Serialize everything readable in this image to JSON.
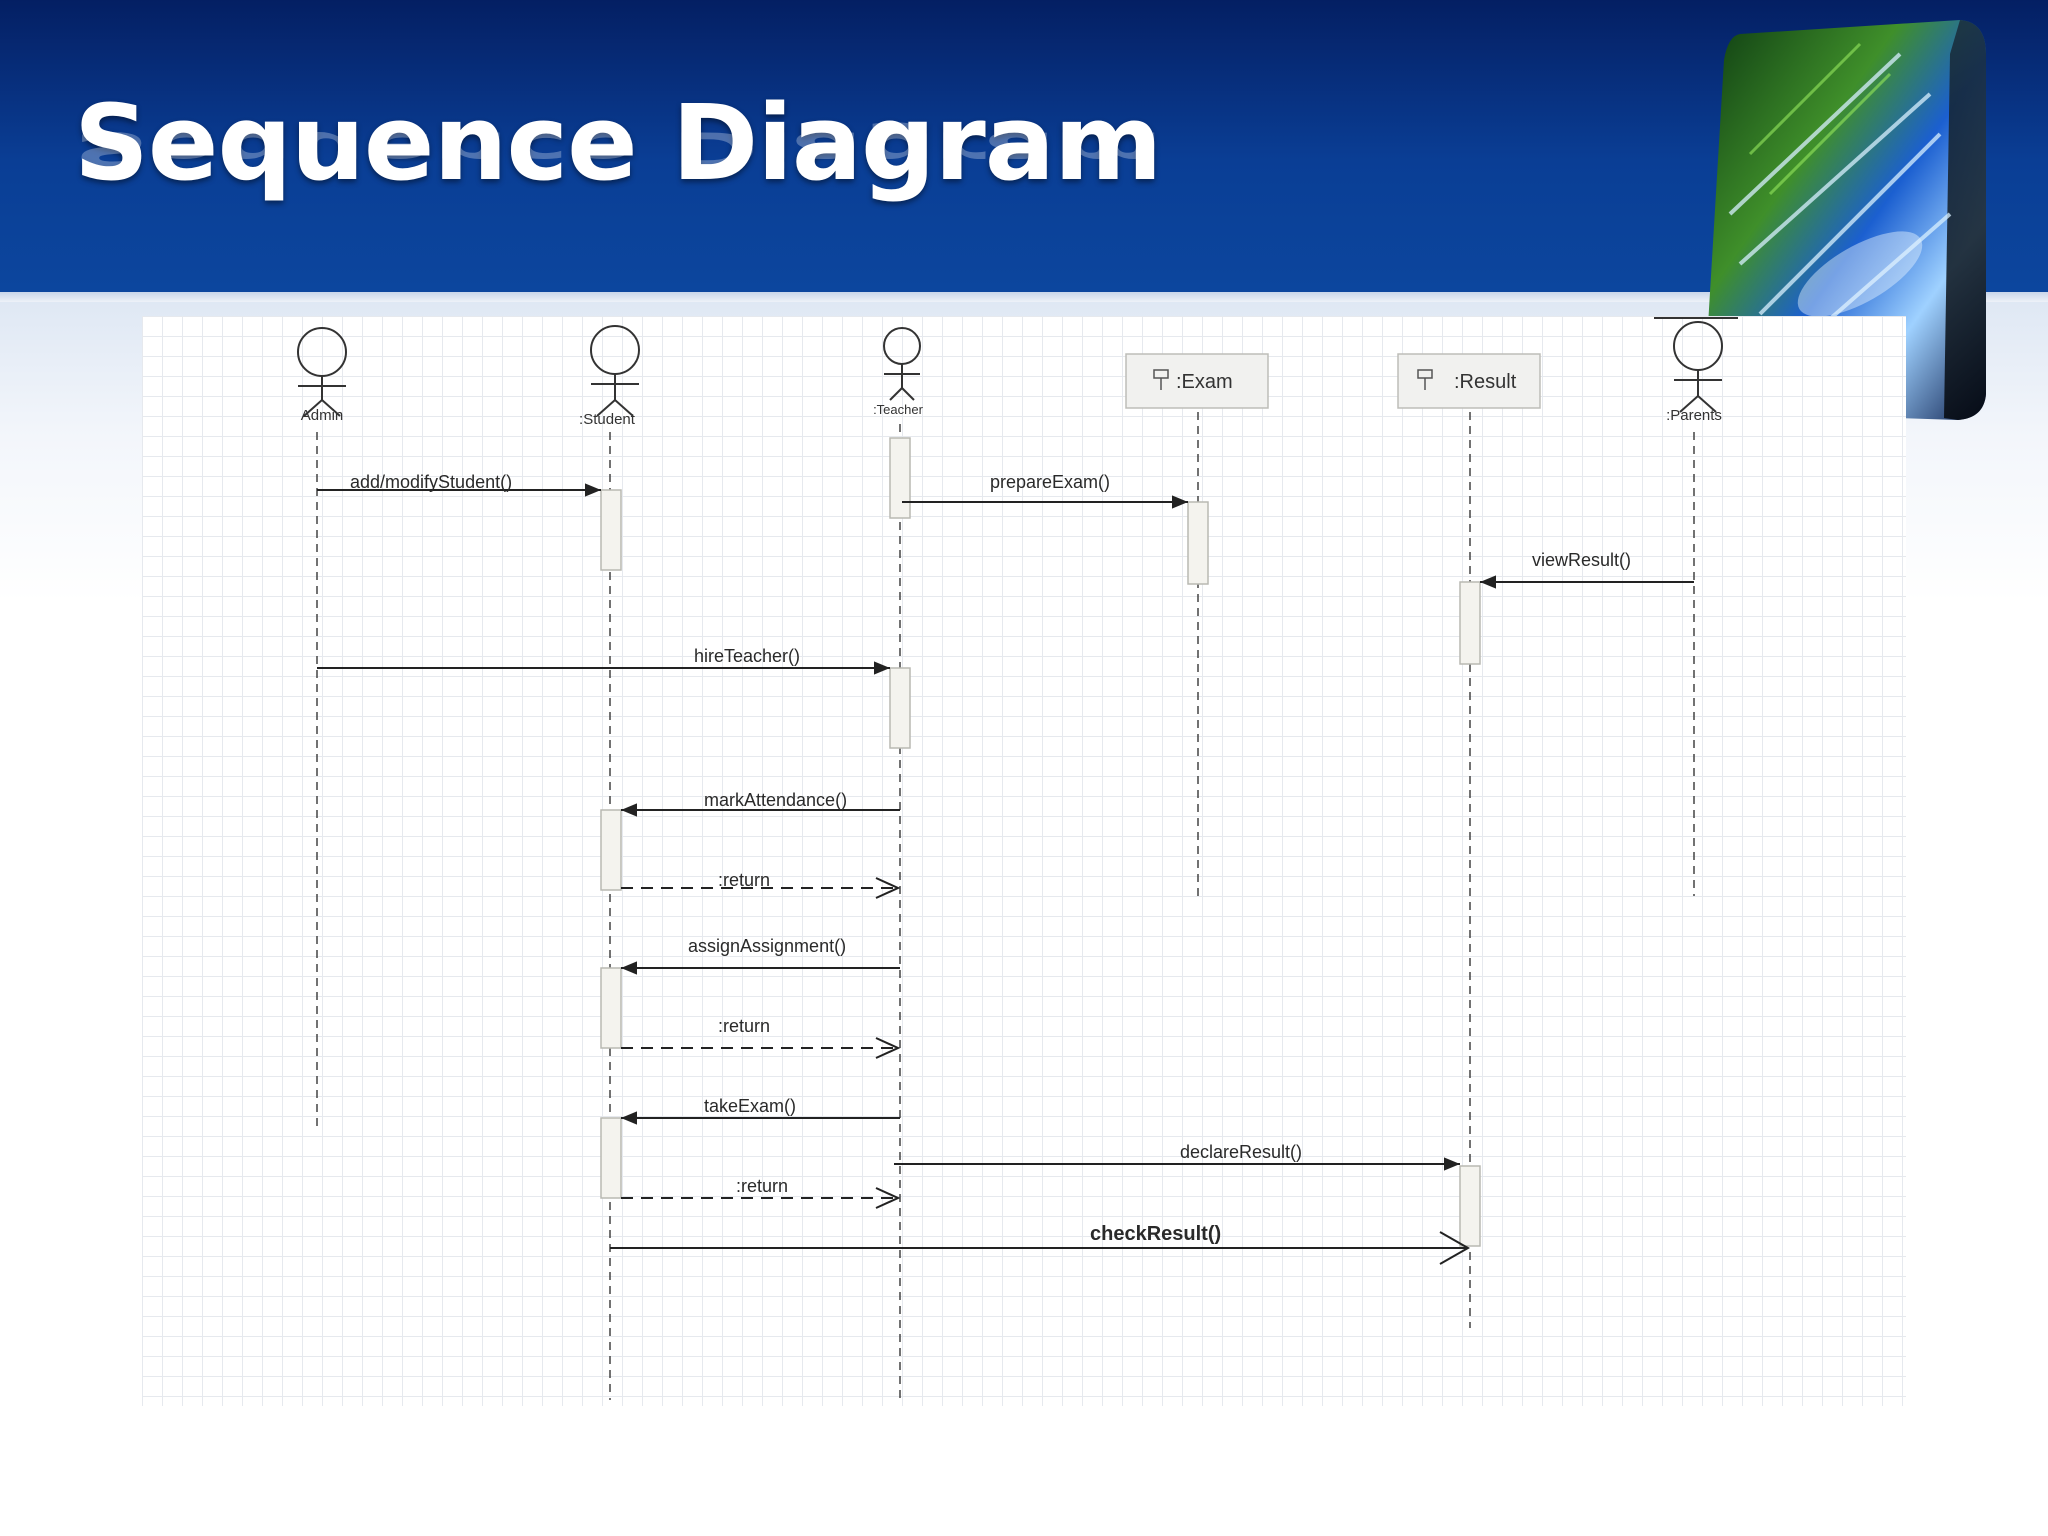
{
  "slide": {
    "title": "Sequence Diagram"
  },
  "diagram": {
    "participants": [
      {
        "id": "admin",
        "label": "Admin",
        "kind": "actor"
      },
      {
        "id": "student",
        "label": ":Student",
        "kind": "actor"
      },
      {
        "id": "teacher",
        "label": ":Teacher",
        "kind": "actor"
      },
      {
        "id": "exam",
        "label": ":Exam",
        "kind": "object"
      },
      {
        "id": "result",
        "label": ":Result",
        "kind": "object"
      },
      {
        "id": "parents",
        "label": ":Parents",
        "kind": "actor"
      }
    ],
    "messages": [
      {
        "label": "add/modifyStudent()",
        "from": "admin",
        "to": "student",
        "kind": "sync"
      },
      {
        "label": "prepareExam()",
        "from": "teacher",
        "to": "exam",
        "kind": "sync"
      },
      {
        "label": "viewResult()",
        "from": "parents",
        "to": "result",
        "kind": "sync"
      },
      {
        "label": "hireTeacher()",
        "from": "admin",
        "to": "teacher",
        "kind": "sync"
      },
      {
        "label": "markAttendance()",
        "from": "teacher",
        "to": "student",
        "kind": "sync"
      },
      {
        "label": ":return",
        "from": "student",
        "to": "teacher",
        "kind": "return"
      },
      {
        "label": "assignAssignment()",
        "from": "teacher",
        "to": "student",
        "kind": "sync"
      },
      {
        "label": ":return",
        "from": "student",
        "to": "teacher",
        "kind": "return"
      },
      {
        "label": "takeExam()",
        "from": "teacher",
        "to": "student",
        "kind": "sync"
      },
      {
        "label": "declareResult()",
        "from": "teacher",
        "to": "result",
        "kind": "sync"
      },
      {
        "label": ":return",
        "from": "student",
        "to": "teacher",
        "kind": "return"
      },
      {
        "label": "checkResult()",
        "from": "student",
        "to": "result",
        "kind": "open"
      }
    ]
  },
  "colors": {
    "header_dark": "#041f63",
    "header_light": "#0c469e",
    "title_text": "#ffffff",
    "lines": "#222222",
    "activation_fill": "#f4f3ee"
  }
}
